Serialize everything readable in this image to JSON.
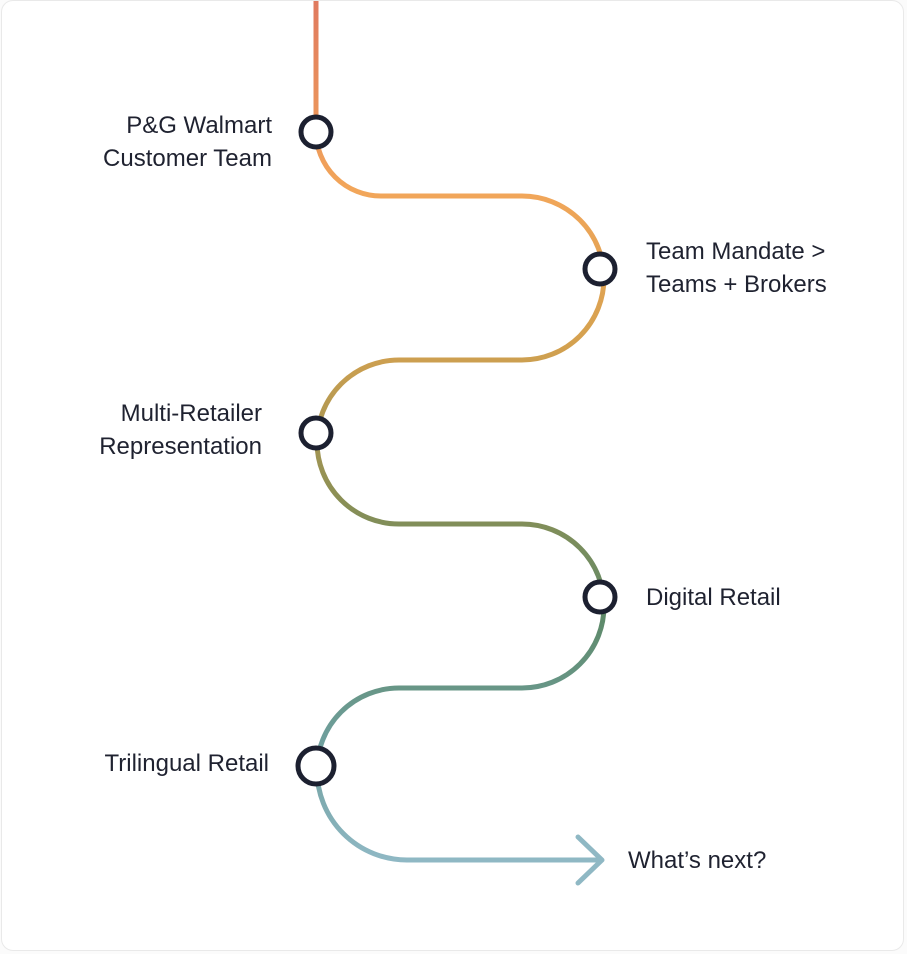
{
  "milestones": [
    {
      "lines": [
        "P&G Walmart",
        "Customer Team"
      ]
    },
    {
      "lines": [
        "Team Mandate >",
        "Teams + Brokers"
      ]
    },
    {
      "lines": [
        "Multi-Retailer",
        "Representation"
      ]
    },
    {
      "lines": [
        "Digital Retail"
      ]
    },
    {
      "lines": [
        "Trilingual Retail"
      ]
    }
  ],
  "end_label": "What’s next?",
  "colors": {
    "path_gradient": [
      "#e07a5f",
      "#f2a65a",
      "#d4a14f",
      "#8a8f55",
      "#5e8a6a",
      "#6f9f9d",
      "#8fb8c4"
    ],
    "node_stroke": "#1c2030",
    "node_fill": "#ffffff",
    "text": "#1f2230"
  }
}
